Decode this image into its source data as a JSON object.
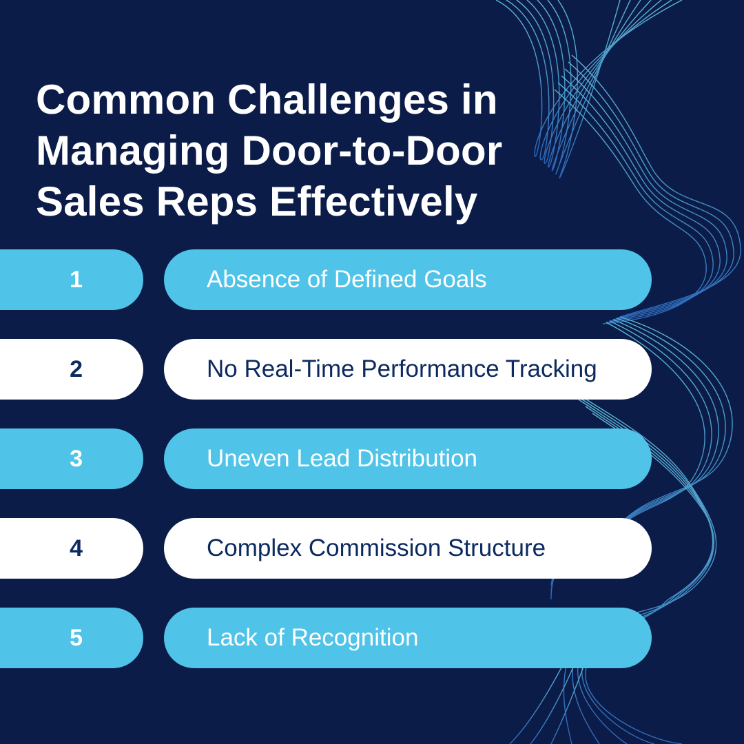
{
  "title": {
    "line1": "Common Challenges in",
    "line2": "Managing Door-to-Door",
    "line3": "Sales Reps Effectively"
  },
  "items": [
    {
      "number": "1",
      "label": "Absence of Defined Goals",
      "style": "cyan"
    },
    {
      "number": "2",
      "label": "No Real-Time Performance Tracking",
      "style": "white"
    },
    {
      "number": "3",
      "label": "Uneven Lead Distribution",
      "style": "cyan"
    },
    {
      "number": "4",
      "label": "Complex Commission Structure",
      "style": "white"
    },
    {
      "number": "5",
      "label": "Lack of Recognition",
      "style": "cyan"
    }
  ],
  "colors": {
    "background": "#0c1c48",
    "accent_cyan": "#4fc3e8",
    "pill_white": "#ffffff",
    "dark_text": "#0c2a60",
    "wave_top": "#5ab8d8",
    "wave_bottom": "#2f6fc0"
  }
}
